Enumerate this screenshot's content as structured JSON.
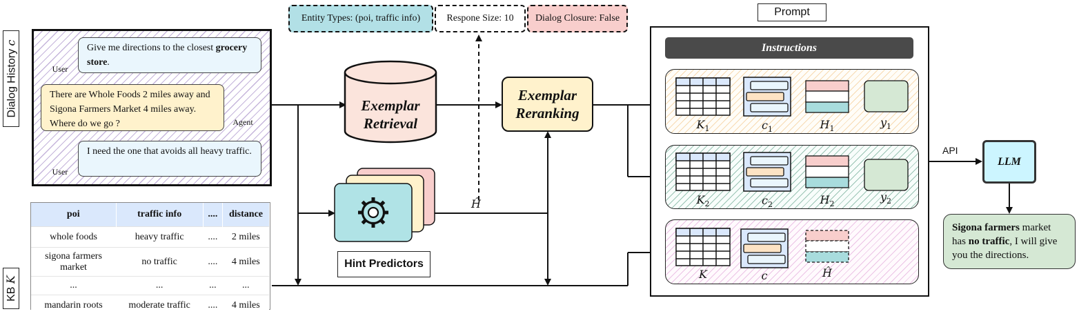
{
  "dialog_history": {
    "side_label": "Dialog History",
    "side_symbol": "c",
    "turns": [
      {
        "role": "User",
        "text_before": "Give me directions to the closest ",
        "bold": "grocery store",
        "text_after": "."
      },
      {
        "role": "Agent",
        "text": "There are Whole Foods 2 miles away and Sigona Farmers Market 4 miles away. Where do we go ?"
      },
      {
        "role": "User",
        "text": "I need the one that avoids all heavy traffic."
      }
    ],
    "colors": {
      "user": "#eaf6fd",
      "agent": "#fff2cc"
    }
  },
  "kb": {
    "side_label": "KB",
    "side_symbol": "K",
    "headers": [
      "poi",
      "traffic info",
      "....",
      "distance"
    ],
    "rows": [
      [
        "whole foods",
        "heavy traffic",
        "....",
        "2 miles"
      ],
      [
        "sigona farmers market",
        "no traffic",
        "....",
        "4 miles"
      ],
      [
        "...",
        "...",
        "...",
        "..."
      ],
      [
        "mandarin roots",
        "moderate traffic",
        "....",
        "4 miles"
      ]
    ]
  },
  "hints": {
    "entity_types": "Entity Types: (poi, traffic info)",
    "response_size": "Respone Size: 10",
    "dialog_closure": "Dialog Closure: False",
    "colors": {
      "entity": "#b2e0e6",
      "size": "#ffffff",
      "closure": "#f8cecc"
    }
  },
  "exemplar_retrieval": {
    "line1": "Exemplar",
    "line2": "Retrieval"
  },
  "exemplar_reranking": {
    "line1": "Exemplar",
    "line2": "Reranking",
    "color": "#fff2cc"
  },
  "hint_predictors": {
    "label": "Hint Predictors",
    "output_symbol": "Ĥ"
  },
  "prompt": {
    "title": "Prompt",
    "instructions": "Instructions",
    "rows": [
      {
        "k": "K",
        "k_sub": "1",
        "c": "c",
        "c_sub": "1",
        "h": "H",
        "h_sub": "1",
        "y": "y",
        "y_sub": "1"
      },
      {
        "k": "K",
        "k_sub": "2",
        "c": "c",
        "c_sub": "2",
        "h": "H",
        "h_sub": "2",
        "y": "y",
        "y_sub": "2"
      },
      {
        "k": "K",
        "c": "c",
        "h": "Ĥ"
      }
    ]
  },
  "api_label": "API",
  "llm": {
    "label": "LLM",
    "color": "#ccf5ff"
  },
  "output": {
    "bold1": "Sigona farmers",
    "text1": " market has ",
    "bold2": "no traffic",
    "text2": ", I will give you the directions.",
    "color": "#d5e8d4"
  }
}
